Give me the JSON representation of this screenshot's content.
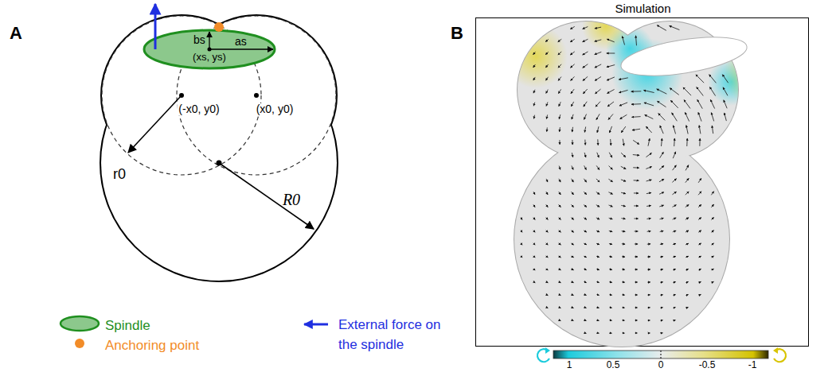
{
  "diagram": {
    "nodes": [
      {
        "text": [
          "bs",
          "(xs, ys)",
          "as"
        ]
      },
      {
        "text": [
          "Simulation"
        ]
      }
    ],
    "labels": [
      "A",
      "(-x0, y0)",
      "(x0, y0)",
      "r0",
      "R0",
      "B",
      "1",
      "0.5",
      "0",
      "-0.5",
      "-1"
    ],
    "legend": [
      {
        "text": "Spindle",
        "color": "#8cc88c"
      },
      {
        "text": "Anchoring point",
        "color": "#f28c28"
      },
      {
        "text": "External force on the spindle"
      }
    ]
  }
}
